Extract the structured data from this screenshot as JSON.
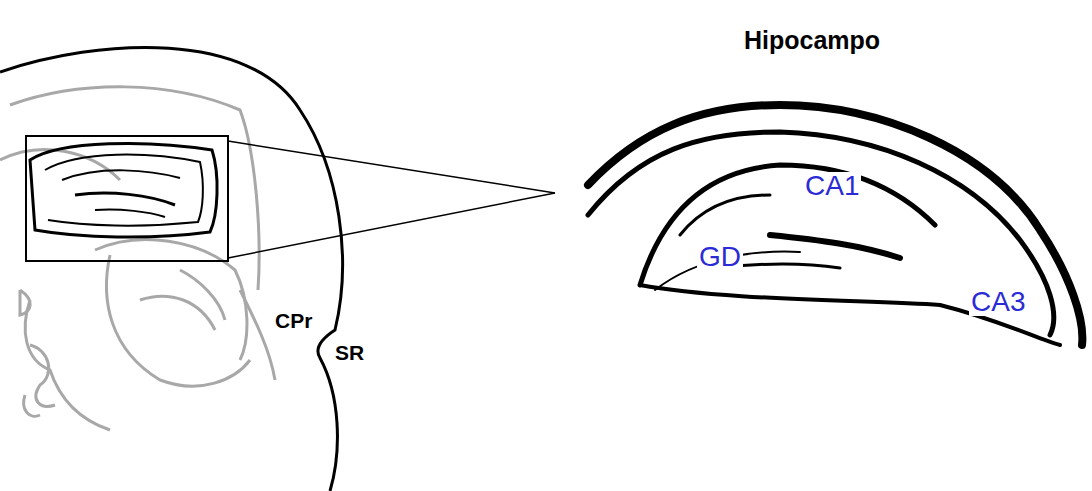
{
  "diagram": {
    "title": "Hipocampo",
    "labels": [
      "CPr",
      "SR",
      "CA1",
      "GD",
      "CA3"
    ]
  }
}
